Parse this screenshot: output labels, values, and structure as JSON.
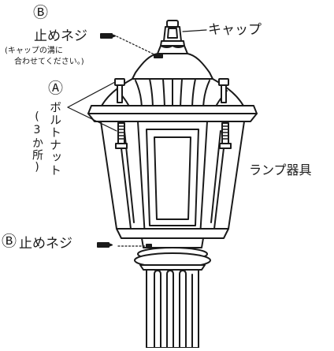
{
  "labels": {
    "b_marker": "Ⓑ",
    "a_marker": "Ⓐ",
    "set_screw": "止めネジ",
    "cap_note_line1": "(キャップの溝に",
    "cap_note_line2": "合わせてください。)",
    "cap": "キャップ",
    "bolt_nut": "ボルトナット",
    "three_places": "(3か所)",
    "lamp_fixture": "ランプ器具",
    "bottom_b_marker": "Ⓑ",
    "bottom_set_screw": "止めネジ"
  },
  "colors": {
    "line": "#1a1a1a",
    "fill": "#ffffff"
  }
}
